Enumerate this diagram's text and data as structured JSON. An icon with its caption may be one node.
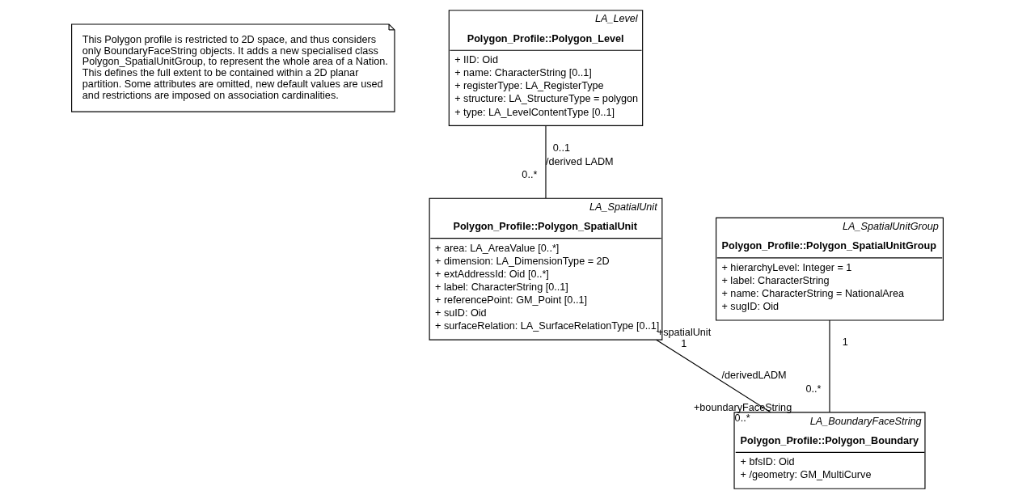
{
  "diagram": {
    "nodes": [
      {
        "text": [
          "This Polygon profile is restricted to 2D space, and thus considers only BoundaryFaceString objects. It adds a new specialised class Polygon_SpatialUnitGroup, to represent the whole area of a Nation. This defines the full extent to be contained within a 2D planar partition. Some attributes are omitted, new default values are used and restrictions are imposed on association cardinalities."
        ]
      },
      {
        "text": [
          "LA_Level",
          "Polygon_Profile::Polygon_Level",
          "+ IID: Oid",
          "+ name: CharacterString [0..1]",
          "+ registerType: LA_RegisterType",
          "+ structure: LA_StructureType = polygon",
          "+ type: LA_LevelContentType [0..1]"
        ]
      },
      {
        "text": [
          "LA_SpatialUnitGroup",
          "Polygon_Profile::Polygon_SpatialUnitGroup",
          "+ hierarchyLevel: Integer = 1",
          "+ label: CharacterString",
          "+ name: CharacterString = NationalArea",
          "+ sugID: Oid"
        ]
      },
      {
        "text": [
          "LA_BoundaryFaceString",
          "Polygon_Profile::Polygon_Boundary",
          "+ bfsID: Oid",
          "+ /geometry: GM_MultiCurve"
        ]
      },
      {
        "text": [
          "LA_SpatialUnit",
          "Polygon_Profile::Polygon_SpatialUnit",
          "+ area: LA_AreaValue [0..*]",
          "+ dimension: LA_DimensionType = 2D",
          "+ extAddressId: Oid [0..*]",
          "+ label: CharacterString [0..1]",
          "+ referencePoint: GM_Point [0..1]",
          "+ suID: Oid",
          "+ surfaceRelation: LA_SurfaceRelationType [0..1]"
        ]
      }
    ],
    "edges": [
      {
        "from": 1,
        "to": 4,
        "arrow": "none",
        "label": "/derived LADM"
      },
      {
        "from": 2,
        "to": 3,
        "arrow": "none"
      },
      {
        "from": 3,
        "to": 4,
        "arrow": "none",
        "label": "/derivedLADM"
      }
    ],
    "labels": [
      "0..1",
      "0..*",
      "+spatialUnit",
      "1",
      "+boundaryFaceString",
      "1",
      "0..*",
      "0..*"
    ]
  }
}
